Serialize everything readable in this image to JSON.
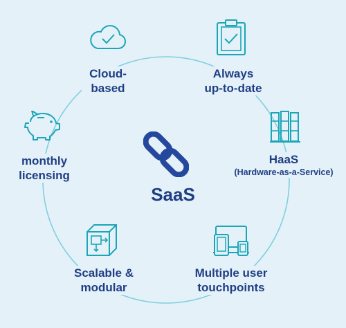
{
  "colors": {
    "background": "#e5f1f8",
    "text": "#1f3f84",
    "icon_teal": "#1aa6b7",
    "logo_blue": "#24489c"
  },
  "center": {
    "title": "SaaS",
    "logo_icon": "saas-chain-logo-icon"
  },
  "nodes": [
    {
      "id": "cloud",
      "icon": "cloud-check-icon",
      "lines": [
        "Cloud-",
        "based"
      ]
    },
    {
      "id": "uptodate",
      "icon": "clipboard-check-icon",
      "lines": [
        "Always",
        "up-to-date"
      ]
    },
    {
      "id": "haas",
      "icon": "server-rack-icon",
      "lines": [
        "HaaS"
      ],
      "sub": "(Hardware-as-a-Service)"
    },
    {
      "id": "touchpoints",
      "icon": "multiple-devices-icon",
      "lines": [
        "Multiple user",
        "touchpoints"
      ]
    },
    {
      "id": "scalable",
      "icon": "modular-cube-icon",
      "lines": [
        "Scalable &",
        "modular"
      ]
    },
    {
      "id": "licensing",
      "icon": "piggy-bank-icon",
      "lines": [
        "monthly",
        "licensing"
      ]
    }
  ]
}
